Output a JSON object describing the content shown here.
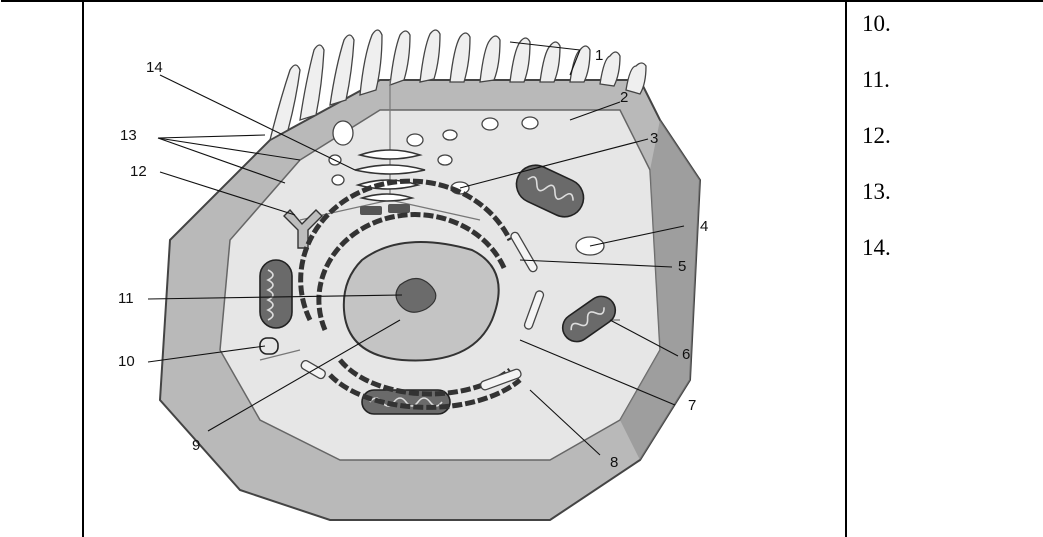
{
  "diagram": {
    "callouts": [
      "1",
      "2",
      "3",
      "4",
      "5",
      "6",
      "7",
      "8",
      "9",
      "10",
      "11",
      "12",
      "13",
      "14"
    ]
  },
  "answers": [
    "10.",
    "11.",
    "12.",
    "13.",
    "14."
  ]
}
